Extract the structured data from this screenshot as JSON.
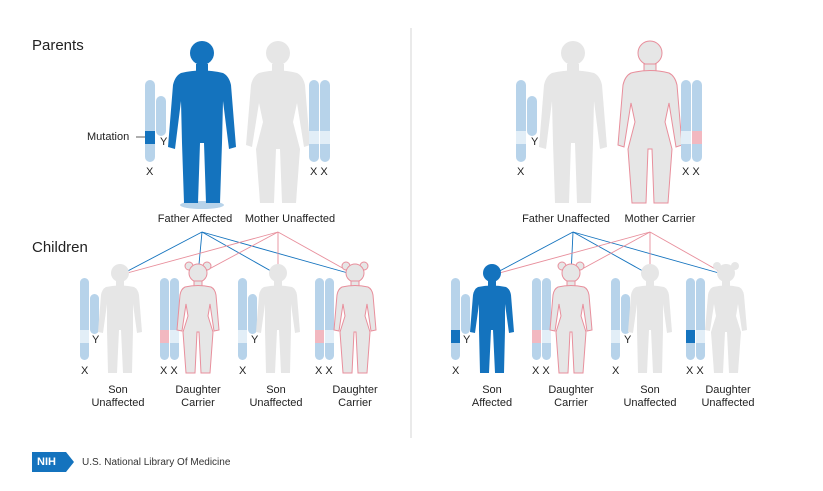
{
  "sections": {
    "parents": "Parents",
    "children": "Children"
  },
  "mutation_label": "Mutation",
  "chrom_letters": {
    "x": "X",
    "y": "Y",
    "xx": "X X"
  },
  "left": {
    "father_label": "Father Affected",
    "mother_label": "Mother Unaffected",
    "children": [
      {
        "line1": "Son",
        "line2": "Unaffected"
      },
      {
        "line1": "Daughter",
        "line2": "Carrier"
      },
      {
        "line1": "Son",
        "line2": "Unaffected"
      },
      {
        "line1": "Daughter",
        "line2": "Carrier"
      }
    ]
  },
  "right": {
    "father_label": "Father Unaffected",
    "mother_label": "Mother Carrier",
    "children": [
      {
        "line1": "Son",
        "line2": "Affected"
      },
      {
        "line1": "Daughter",
        "line2": "Carrier"
      },
      {
        "line1": "Son",
        "line2": "Unaffected"
      },
      {
        "line1": "Daughter",
        "line2": "Unaffected"
      }
    ]
  },
  "colors": {
    "affected": "#1473be",
    "chromosome": "#b7d3ea",
    "chromosome_band": "#e2eef7",
    "mutation_x": "#1473be",
    "carrier_band": "#f2b8c0",
    "unaffected_figure": "#e6e6e6",
    "carrier_outline": "#e88f9c",
    "father_line": "#1473be",
    "mother_line": "#e88f9c"
  },
  "footer": {
    "logo": "NIH",
    "text": "U.S. National Library Of Medicine"
  }
}
